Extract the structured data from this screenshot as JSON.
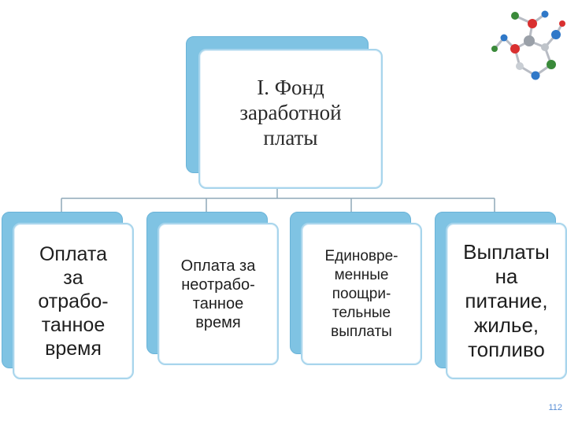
{
  "top_box": {
    "text": "I. Фонд\nзаработной\nплаты"
  },
  "boxes": [
    {
      "text": "Оплата\nза\nотрабо-\nтанное\nвремя"
    },
    {
      "text": "Оплата за\nнеотрабо-\nтанное\nвремя"
    },
    {
      "text": "Единовре-\nменные\nпоощри-\nтельные\nвыплаты"
    },
    {
      "text": "Выплаты\nна\nпитание,\nжилье,\nтопливо"
    }
  ],
  "page_number": "112",
  "colors": {
    "card_back": "#7fc3e3",
    "card_border": "#a8d5ec",
    "connector": "#8fa9b8",
    "page_number": "#5a8fd6"
  },
  "icons": {
    "logo": "molecule-icon"
  }
}
